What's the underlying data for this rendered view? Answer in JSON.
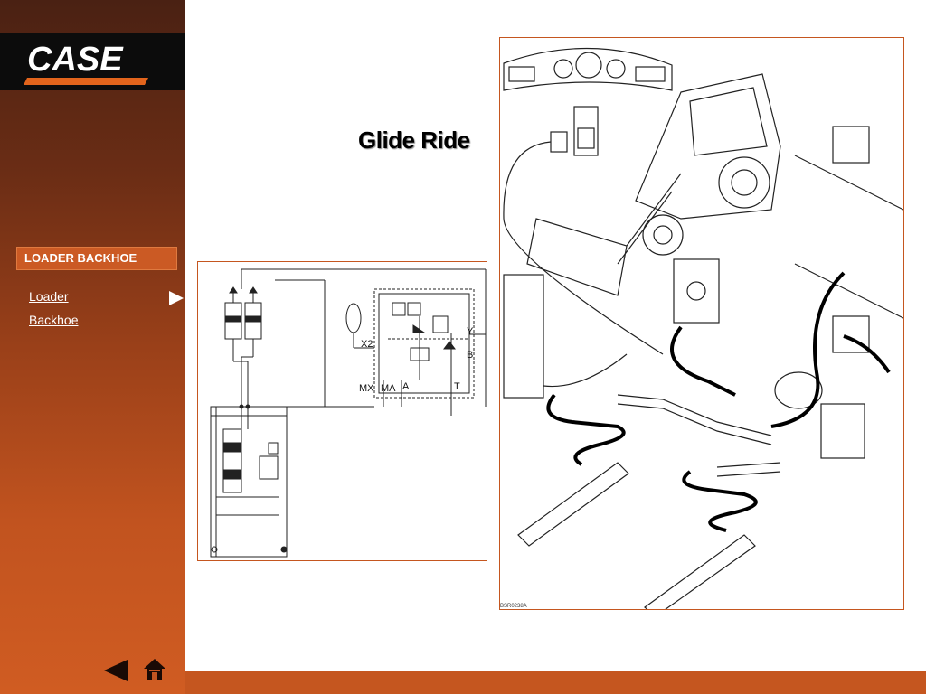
{
  "sidebar": {
    "brand": "CASE",
    "section_header": "LOADER BACKHOE",
    "links": [
      {
        "label": "Loader"
      },
      {
        "label": "Backhoe"
      }
    ]
  },
  "main": {
    "title": "Glide Ride",
    "schematic_labels": {
      "x2": "X2",
      "y": "Y",
      "b": "B",
      "mx": "MX",
      "ma": "MA",
      "a": "A",
      "t": "T"
    },
    "drawing_ref": "BSR0238A"
  },
  "nav": {
    "back_icon": "left-triangle",
    "home_icon": "house"
  },
  "colors": {
    "accent": "#c5561f",
    "sidebar_top": "#4a2113",
    "sidebar_bottom": "#d05c22",
    "logo_bg": "#0c0c0c"
  }
}
